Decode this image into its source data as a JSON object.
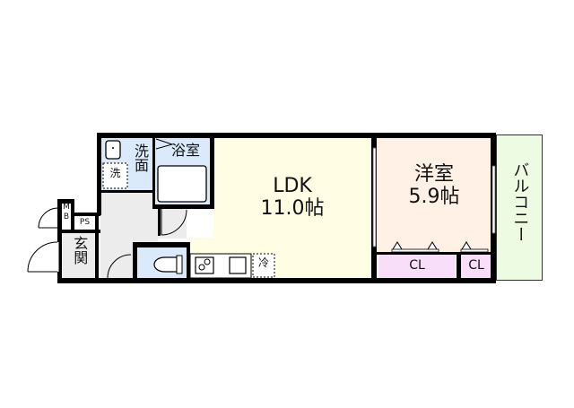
{
  "floorplan": {
    "colors": {
      "wall": "#000000",
      "ldk_floor": "#fffde3",
      "western_room_floor": "#fff1e6",
      "wet_area_floor": "#dbeafb",
      "entry_floor": "#ececec",
      "closet_floor": "#f8def8",
      "balcony_floor": "#eefbe3"
    },
    "rooms": {
      "ldk": {
        "name": "LDK",
        "size": "11.0帖"
      },
      "western_room": {
        "name": "洋室",
        "size": "5.9帖"
      },
      "washroom": {
        "name": "洗面"
      },
      "bathroom": {
        "name": "浴室"
      },
      "washer": {
        "label": "洗"
      },
      "entrance": {
        "name": "玄関"
      },
      "meter_box": {
        "label_top": "M",
        "label_bottom": "B"
      },
      "pipe_space": {
        "label": "PS"
      },
      "fridge": {
        "label": "冷"
      },
      "closet_large": {
        "label": "CL"
      },
      "closet_small": {
        "label": "CL"
      },
      "balcony": {
        "name": "バルコニー"
      }
    }
  }
}
